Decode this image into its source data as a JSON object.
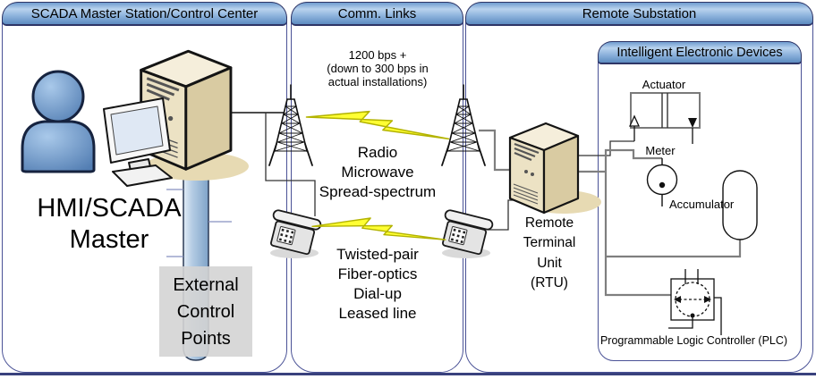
{
  "panels": {
    "master": {
      "header": "SCADA Master Station/Control Center"
    },
    "comm": {
      "header": "Comm. Links"
    },
    "substation": {
      "header": "Remote Substation"
    },
    "ied": {
      "header": "Intelligent Electronic Devices"
    }
  },
  "master": {
    "title_line1": "HMI/SCADA",
    "title_line2": "Master",
    "external_line1": "External",
    "external_line2": "Control",
    "external_line3": "Points"
  },
  "comm": {
    "bandwidth_line1": "1200 bps +",
    "bandwidth_line2": "(down to 300 bps in",
    "bandwidth_line3": "actual installations)",
    "radio_line1": "Radio",
    "radio_line2": "Microwave",
    "radio_line3": "Spread-spectrum",
    "wired_line1": "Twisted-pair",
    "wired_line2": "Fiber-optics",
    "wired_line3": "Dial-up",
    "wired_line4": "Leased line"
  },
  "substation": {
    "rtu_line1": "Remote",
    "rtu_line2": "Terminal",
    "rtu_line3": "Unit",
    "rtu_line4": "(RTU)",
    "actuator_label": "Actuator",
    "meter_label": "Meter",
    "accumulator_label": "Accumulator",
    "plc_label": "Programmable Logic Controller (PLC)"
  },
  "icons": {
    "operator": "person-icon",
    "workstation": "desktop-computer-icon",
    "control_bus": "cylinder-bus-icon",
    "antenna": "radio-tower-icon",
    "telephone": "telephone-icon",
    "wireless_link": "lightning-bolt-icon",
    "rtu": "server-tower-icon",
    "actuator": "actuator-valve-symbol",
    "meter": "meter-dial-symbol",
    "accumulator": "accumulator-tank-symbol",
    "plc": "plc-symbol"
  },
  "colors": {
    "header_gradient_top": "#6f9ccf",
    "header_gradient_light": "#b9d3ee",
    "header_gradient_bottom": "#5d8cc0",
    "panel_border": "#4a5296",
    "bottom_rule": "#39417d",
    "bolt_fill": "#ffff33",
    "bolt_outline": "#b3b300",
    "device_tan": "#ece2c4",
    "person_blue": "#6f9bd3",
    "cylinder_blue": "#a9c4e0",
    "external_box_gray": "#d4d4d4",
    "wire_gray": "#7f7f7f",
    "wire_dark": "#333333"
  }
}
